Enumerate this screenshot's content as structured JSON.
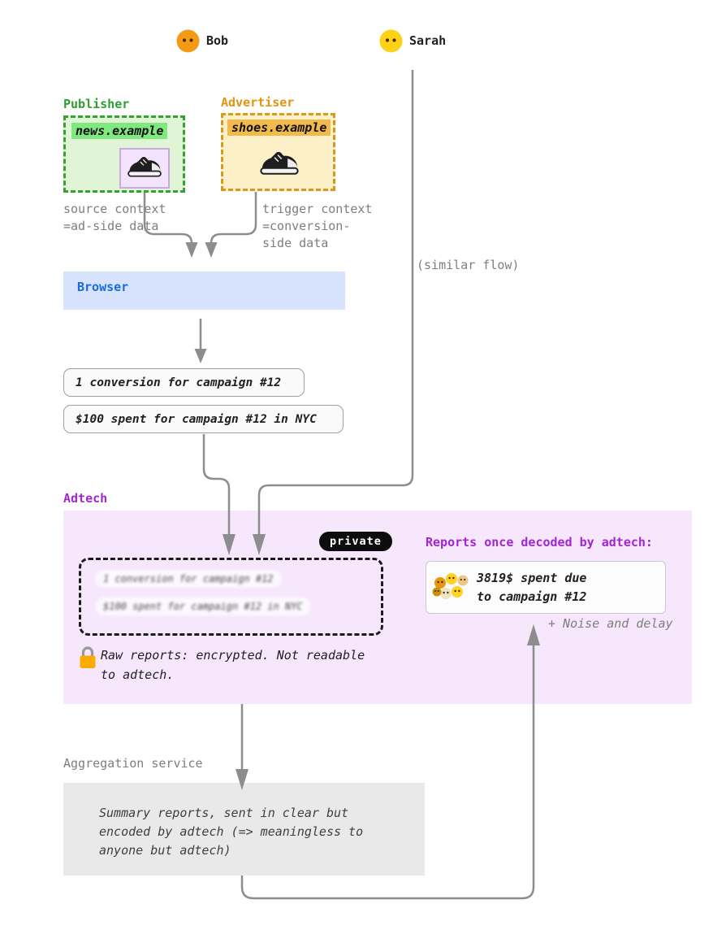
{
  "actors": {
    "bob": {
      "label": "Bob"
    },
    "sarah": {
      "label": "Sarah"
    }
  },
  "publisher": {
    "label": "Publisher",
    "site": "news.example"
  },
  "advertiser": {
    "label": "Advertiser",
    "site": "shoes.example"
  },
  "annotations": {
    "source_context": "source context\n=ad-side data",
    "trigger_context": "trigger context\n=conversion-\nside data",
    "similar_flow": "(similar flow)",
    "noise_delay": "+ Noise and delay"
  },
  "browser": {
    "label": "Browser"
  },
  "reports": {
    "conversion": "1 conversion for campaign #12",
    "spend": "$100 spent for campaign #12 in NYC"
  },
  "adtech": {
    "label": "Adtech",
    "private_badge": "private",
    "encrypted_reports": [
      "1 conversion for campaign #12",
      "$100 spent for campaign #12 in NYC"
    ],
    "lock_note": "Raw reports: encrypted. Not readable\nto adtech.",
    "decoded_title": "Reports once decoded by adtech:",
    "decoded_report": "3819$ spent due\nto campaign #12"
  },
  "aggregation": {
    "label": "Aggregation service",
    "summary": "Summary reports, sent in clear but\nencoded by adtech (=> meaningless to\nanyone but adtech)"
  },
  "colors": {
    "publisher_green": "#2f9e30",
    "publisher_bg": "#dff5d5",
    "publisher_highlight": "#7fe97f",
    "advertiser_orange": "#e2940e",
    "advertiser_bg": "#fbf0c8",
    "advertiser_highlight": "#f2b94d",
    "browser_blue": "#1a6be0",
    "browser_bg": "#d7e3fc",
    "adtech_purple": "#a226cd",
    "adtech_bg": "#f6e7fc",
    "aggregation_bg": "#e9e9e9",
    "arrow_gray": "#8d8d8d",
    "badge_black": "#0d0d0d",
    "lock_orange": "#f9ab00"
  }
}
